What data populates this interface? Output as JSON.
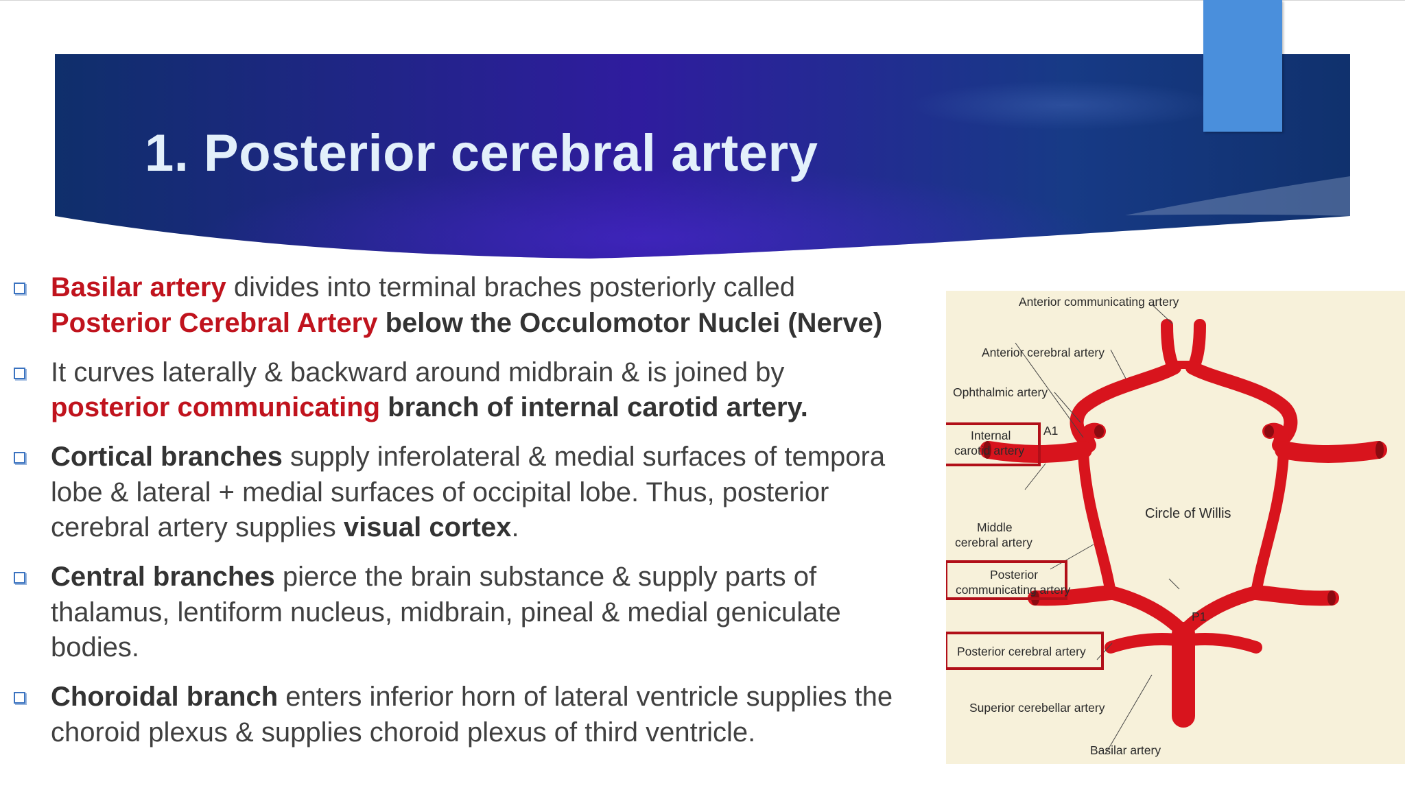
{
  "slide": {
    "title": "1. Posterior cerebral artery",
    "colors": {
      "banner_dark": "#0f2f6b",
      "banner_mid": "#2f1c9e",
      "title_text": "#e3f0fb",
      "accent_tab": "#4a8fdc",
      "highlight_red": "#c0131d",
      "body_text": "#404040"
    }
  },
  "bullet_icon": "hollow-square-bullet",
  "bullets": [
    {
      "runs": [
        {
          "text": "Basilar artery",
          "style": "red"
        },
        {
          "text": " divides into terminal braches posteriorly called",
          "style": "normal"
        },
        {
          "text": "BR",
          "style": "br"
        },
        {
          "text": "Posterior Cerebral Artery",
          "style": "red"
        },
        {
          "text": " below the Occulomotor Nuclei (Nerve)",
          "style": "bold"
        }
      ]
    },
    {
      "runs": [
        {
          "text": "It curves laterally & backward around midbrain & is joined by",
          "style": "normal"
        },
        {
          "text": "BR",
          "style": "br"
        },
        {
          "text": "posterior communicating",
          "style": "red"
        },
        {
          "text": " branch of internal carotid artery.",
          "style": "bold"
        }
      ]
    },
    {
      "runs": [
        {
          "text": "Cortical branches",
          "style": "bold"
        },
        {
          "text": " supply inferolateral & medial surfaces of tempora",
          "style": "normal"
        },
        {
          "text": "BR",
          "style": "br"
        },
        {
          "text": "lobe & lateral + medial surfaces of occipital lobe. Thus, posterior",
          "style": "normal"
        },
        {
          "text": "BR",
          "style": "br"
        },
        {
          "text": "cerebral artery supplies ",
          "style": "normal"
        },
        {
          "text": "visual cortex",
          "style": "bold"
        },
        {
          "text": ".",
          "style": "normal"
        }
      ]
    },
    {
      "runs": [
        {
          "text": "Central branches",
          "style": "bold"
        },
        {
          "text": " pierce the brain substance & supply parts of",
          "style": "normal"
        },
        {
          "text": "BR",
          "style": "br"
        },
        {
          "text": "thalamus, lentiform nucleus, midbrain, pineal & medial geniculate",
          "style": "normal"
        },
        {
          "text": "BR",
          "style": "br"
        },
        {
          "text": "bodies.",
          "style": "normal"
        }
      ]
    },
    {
      "runs": [
        {
          "text": "Choroidal branch",
          "style": "bold"
        },
        {
          "text": " enters inferior horn of lateral ventricle supplies the",
          "style": "normal"
        },
        {
          "text": "BR",
          "style": "br"
        },
        {
          "text": "choroid plexus &  supplies choroid plexus of third ventricle.",
          "style": "normal"
        }
      ]
    }
  ],
  "figure": {
    "labels": {
      "acomm": "Anterior communicating artery",
      "aca": "Anterior cerebral artery",
      "ophthalmic": "Ophthalmic artery",
      "ica_line1": "Internal",
      "ica_line2": "carotid artery",
      "a1": "A1",
      "mca_line1": "Middle",
      "mca_line2": "cerebral artery",
      "circle": "Circle of Willis",
      "pcomm_line1": "Posterior",
      "pcomm_line2": "communicating artery",
      "p1": "P1",
      "pca": "Posterior cerebral artery",
      "sca": "Superior cerebellar artery",
      "basilar": "Basilar artery"
    },
    "highlighted_labels": [
      "Internal carotid artery",
      "Posterior communicating artery",
      "Posterior cerebral artery"
    ],
    "colors": {
      "artery": "#d8141d",
      "highlight_box": "#b10f18",
      "background": "#f7f1da"
    }
  }
}
